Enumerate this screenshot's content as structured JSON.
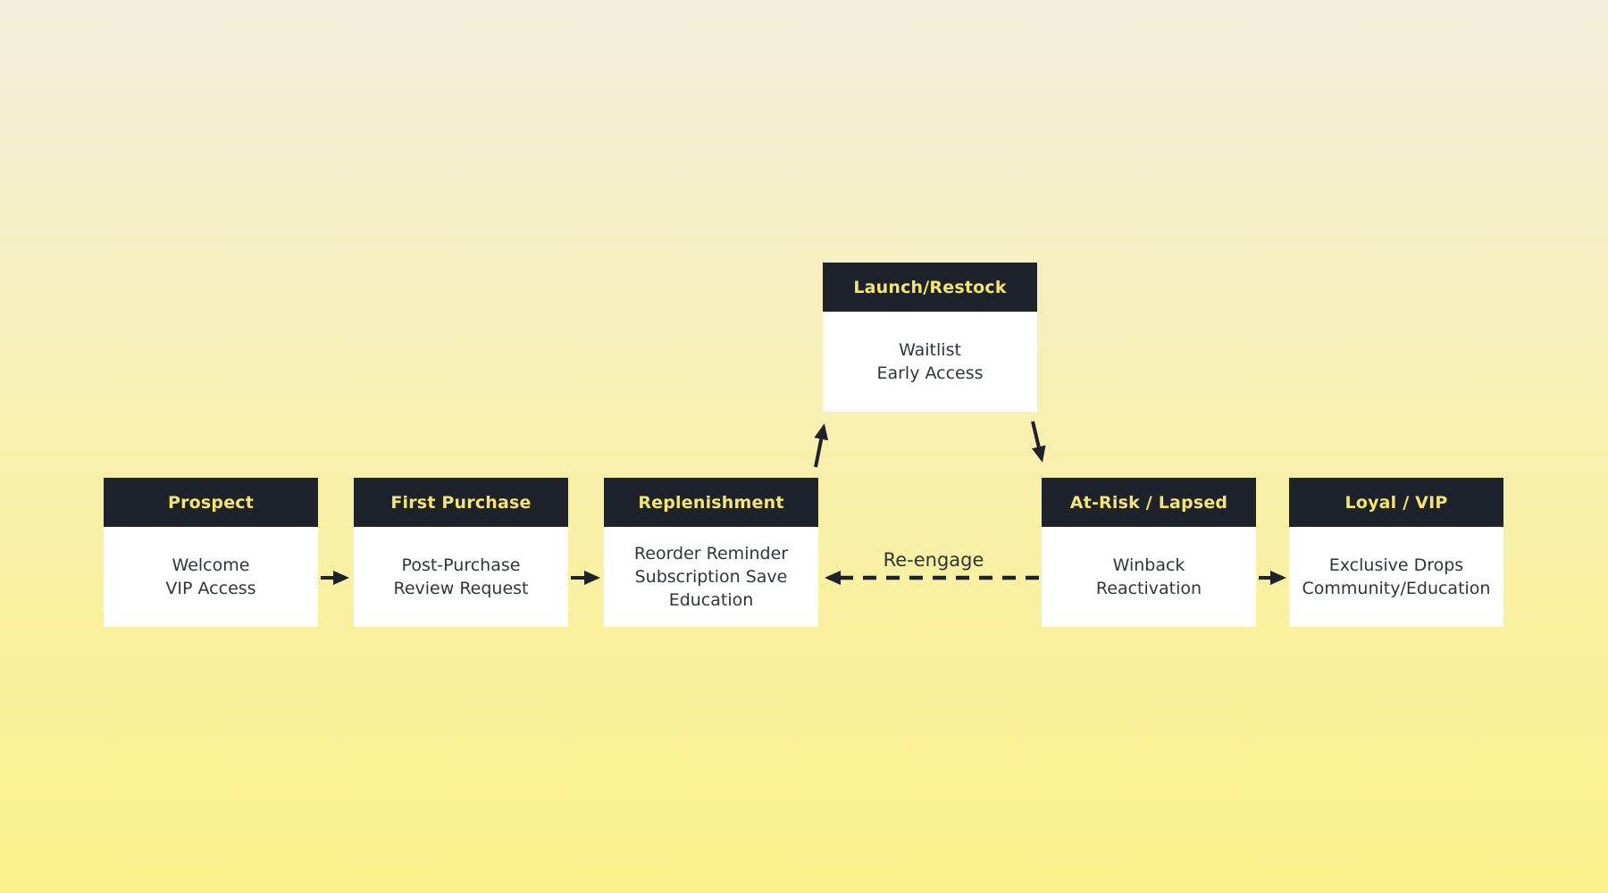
{
  "colors": {
    "bg_top": "#f3efde",
    "bg_mid": "#f8f0a6",
    "bg_bottom": "#fdf18c",
    "header_bg": "#1e222b",
    "header_text": "#f4e56c",
    "body_bg": "#ffffff",
    "body_text": "#30343c",
    "arrow": "#1e222b"
  },
  "nodes": [
    {
      "id": "prospect",
      "title": "Prospect",
      "lines": [
        "Welcome",
        "VIP Access"
      ]
    },
    {
      "id": "first-purchase",
      "title": "First Purchase",
      "lines": [
        "Post-Purchase",
        "Review Request"
      ]
    },
    {
      "id": "replenishment",
      "title": "Replenishment",
      "lines": [
        "Reorder Reminder",
        "Subscription Save",
        "Education"
      ]
    },
    {
      "id": "launch-restock",
      "title": "Launch/Restock",
      "lines": [
        "Waitlist",
        "Early Access"
      ]
    },
    {
      "id": "at-risk",
      "title": "At-Risk / Lapsed",
      "lines": [
        "Winback",
        "Reactivation"
      ]
    },
    {
      "id": "loyal-vip",
      "title": "Loyal / VIP",
      "lines": [
        "Exclusive Drops",
        "Community/Education"
      ]
    }
  ],
  "labels": {
    "re_engage": "Re-engage"
  }
}
